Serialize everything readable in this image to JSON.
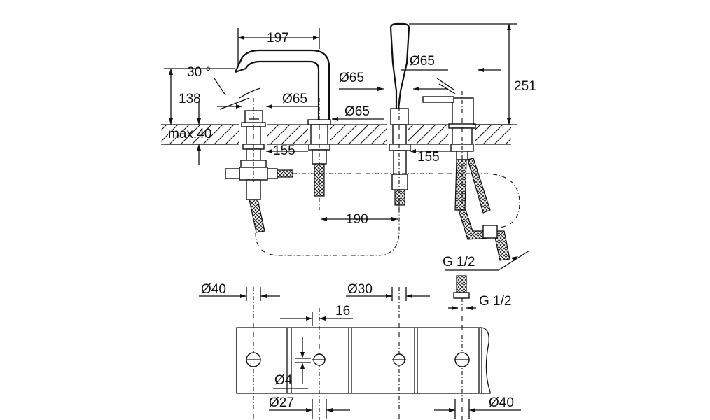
{
  "dimensions": {
    "spout_reach": "197",
    "spout_angle": "30 °",
    "spout_height": "138",
    "deck_max": "max.40",
    "dia_handle": "Ø65",
    "dia_spout_base": "Ø65",
    "dia_shower_base": "Ø65",
    "dia_handle2": "Ø65",
    "total_height": "251",
    "spacing_left": "155",
    "spacing_right": "155",
    "spacing_middle": "190",
    "thread_1": "G 1/2",
    "thread_2": "G 1/2"
  },
  "cutout": {
    "dia_left": "Ø40",
    "dia_middle": "Ø30",
    "slot": "16",
    "dia_small": "Ø4",
    "dia_27": "Ø27",
    "dia_right": "Ø40"
  }
}
